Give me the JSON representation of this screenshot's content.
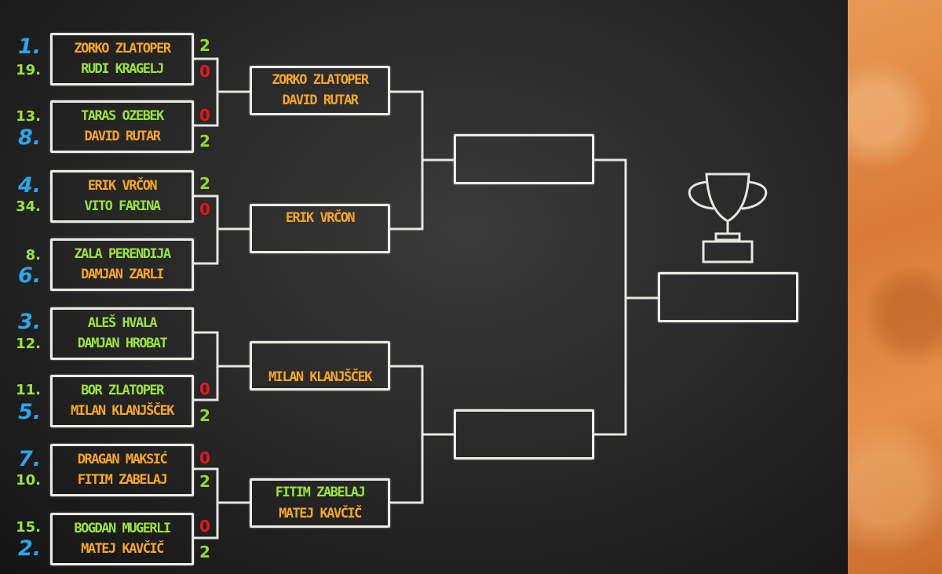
{
  "colors": {
    "winner": "#f5a623",
    "other": "#9be33a",
    "seed_top": "#2aa7e8",
    "score_win": "#8fdd2e",
    "score_loss": "#e8141e"
  },
  "round1": [
    {
      "p1": {
        "seed": "1.",
        "name": "ZORKO ZLATOPER",
        "score": "2"
      },
      "p2": {
        "seed": "19.",
        "name": "RUDI KRAGELJ",
        "score": "0"
      }
    },
    {
      "p1": {
        "seed": "13.",
        "name": "TARAS OZEBEK",
        "score": "0"
      },
      "p2": {
        "seed": "8.",
        "name": "DAVID RUTAR",
        "score": "2"
      }
    },
    {
      "p1": {
        "seed": "4.",
        "name": "ERIK VRČON",
        "score": "2"
      },
      "p2": {
        "seed": "34.",
        "name": "VITO FARINA",
        "score": "0"
      }
    },
    {
      "p1": {
        "seed": "8.",
        "name": "ZALA PERENDIJA",
        "score": ""
      },
      "p2": {
        "seed": "6.",
        "name": "DAMJAN ZARLI",
        "score": ""
      }
    },
    {
      "p1": {
        "seed": "3.",
        "name": "ALEŠ HVALA",
        "score": ""
      },
      "p2": {
        "seed": "12.",
        "name": "DAMJAN HROBAT",
        "score": ""
      }
    },
    {
      "p1": {
        "seed": "11.",
        "name": "BOR ZLATOPER",
        "score": "0"
      },
      "p2": {
        "seed": "5.",
        "name": "MILAN KLANJŠČEK",
        "score": "2"
      }
    },
    {
      "p1": {
        "seed": "7.",
        "name": "DRAGAN MAKSIĆ",
        "score": "0"
      },
      "p2": {
        "seed": "10.",
        "name": "FITIM ZABELAJ",
        "score": "2"
      }
    },
    {
      "p1": {
        "seed": "15.",
        "name": "BOGDAN MUGERLI",
        "score": "0"
      },
      "p2": {
        "seed": "2.",
        "name": "MATEJ KAVČIČ",
        "score": "2"
      }
    }
  ],
  "quarterfinals": [
    {
      "p1": "ZORKO ZLATOPER",
      "p2": "DAVID RUTAR"
    },
    {
      "p1": "ERIK VRČON",
      "p2": ""
    },
    {
      "p1": "MILAN KLANJŠČEK",
      "p2": ""
    },
    {
      "p1": "FITIM ZABELAJ",
      "p2": "MATEJ KAVČIČ"
    }
  ],
  "semifinals": [
    {
      "p1": "",
      "p2": ""
    },
    {
      "p1": "",
      "p2": ""
    }
  ],
  "final": {
    "winner": ""
  }
}
